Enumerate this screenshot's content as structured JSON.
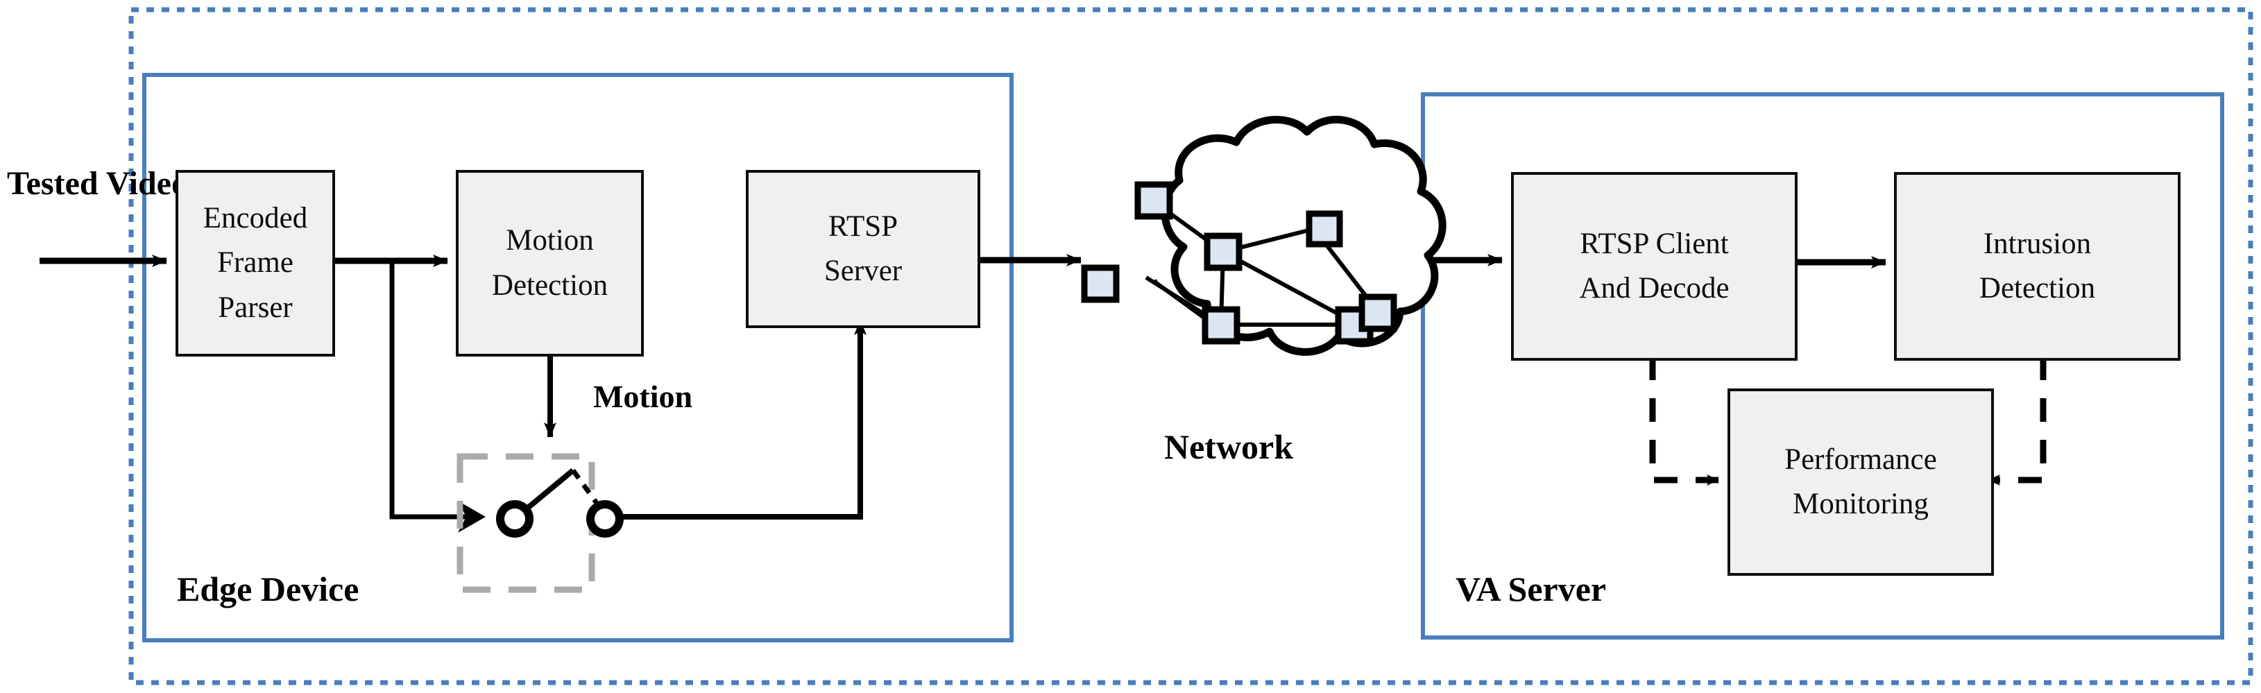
{
  "diagram": {
    "title_text_elements": {
      "tested_video": "Tested\nVideo",
      "motion": "Motion",
      "network": "Network",
      "edge_device": "Edge Device",
      "va_server": "VA Server"
    },
    "tested_video_line1": "Tested",
    "tested_video_line2": "Video",
    "motion_label": "Motion",
    "network_label": "Network",
    "edge_device_label": "Edge Device",
    "va_server_label": "VA Server",
    "colors": {
      "zone_border_blue": "#4a7ebb",
      "outer_dotted_blue": "#4a7ebb",
      "node_fill": "#f0f0f0",
      "node_stroke": "#0d0d0d",
      "switch_dashed_gray": "#aaaaaa",
      "cloud_node_fill": "#dce6f2",
      "connector_black": "#000000"
    },
    "edge_device": {
      "label": "Edge Device",
      "nodes": [
        {
          "id": "encoded-frame-parser",
          "lines": [
            "Encoded",
            "Frame",
            "Parser"
          ]
        },
        {
          "id": "motion-detection",
          "lines": [
            "Motion",
            "Detection"
          ]
        },
        {
          "id": "rtsp-server",
          "lines": [
            "RTSP",
            "Server"
          ]
        }
      ],
      "switch": {
        "id": "stream-switch",
        "state": "open"
      }
    },
    "network": {
      "label": "Network",
      "node_count": 7
    },
    "va_server": {
      "label": "VA Server",
      "nodes": [
        {
          "id": "rtsp-client-and-decode",
          "lines": [
            "RTSP Client",
            "And Decode"
          ]
        },
        {
          "id": "intrusion-detection",
          "lines": [
            "Intrusion",
            "Detection"
          ]
        },
        {
          "id": "performance-monitoring",
          "lines": [
            "Performance",
            "Monitoring"
          ]
        }
      ]
    },
    "connections": [
      {
        "from": "tested-video",
        "to": "encoded-frame-parser",
        "style": "solid-arrow"
      },
      {
        "from": "encoded-frame-parser",
        "to": "motion-detection",
        "style": "solid-arrow"
      },
      {
        "from": "encoded-frame-parser",
        "to": "stream-switch",
        "style": "solid-arrow"
      },
      {
        "from": "motion-detection",
        "to": "stream-switch",
        "style": "solid-arrow",
        "label": "Motion"
      },
      {
        "from": "stream-switch",
        "to": "rtsp-server",
        "style": "solid-arrow"
      },
      {
        "from": "rtsp-server",
        "to": "network",
        "style": "solid-arrow"
      },
      {
        "from": "network",
        "to": "rtsp-client-and-decode",
        "style": "solid-arrow"
      },
      {
        "from": "rtsp-client-and-decode",
        "to": "intrusion-detection",
        "style": "solid-arrow"
      },
      {
        "from": "rtsp-client-and-decode",
        "to": "performance-monitoring",
        "style": "dashed-arrow"
      },
      {
        "from": "intrusion-detection",
        "to": "performance-monitoring",
        "style": "dashed-arrow"
      }
    ]
  }
}
